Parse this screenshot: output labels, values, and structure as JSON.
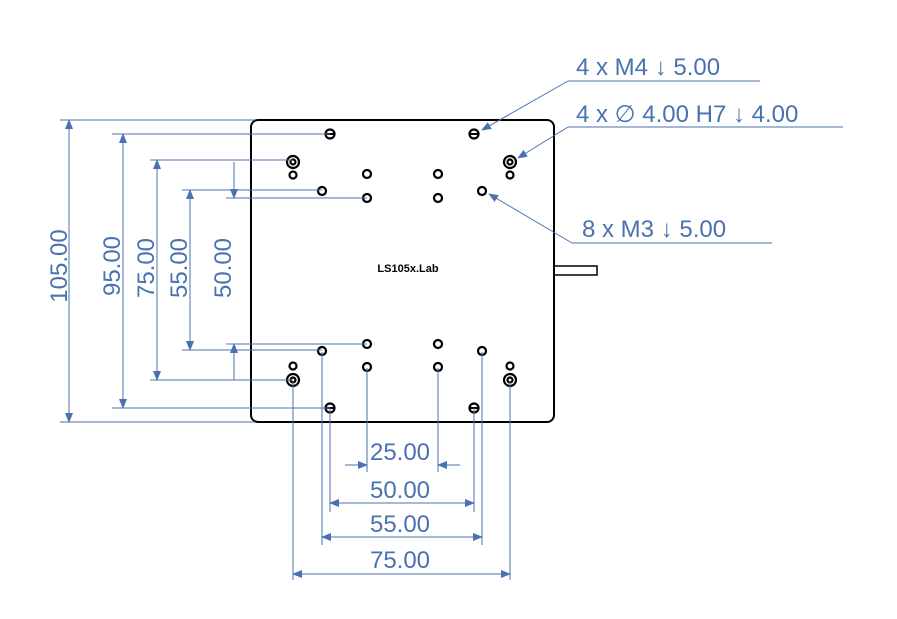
{
  "plate": {
    "label": "LS105x.Lab"
  },
  "callouts": {
    "m4": "4 x  M4 ↓ 5.00",
    "pin": "4 x  ∅ 4.00 H7 ↓ 4.00",
    "m3": "8 x  M3  ↓ 5.00"
  },
  "dimensions": {
    "vertical": [
      "105.00",
      "95.00",
      "75.00",
      "55.00",
      "50.00"
    ],
    "horizontal": [
      "25.00",
      "50.00",
      "55.00",
      "75.00"
    ]
  },
  "colors": {
    "dimension": "#4a72b0",
    "outline": "#000000"
  }
}
